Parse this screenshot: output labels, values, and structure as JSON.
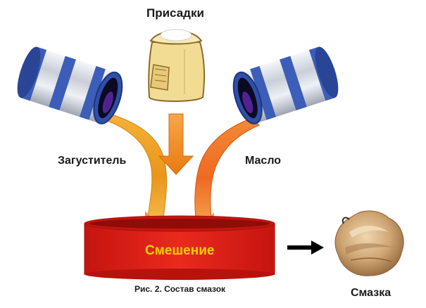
{
  "labels": {
    "additives": "Присадки",
    "thickener": "Загуститель",
    "oil": "Масло",
    "mixing": "Смешение",
    "caption": "Рис. 2.  Состав  смазок",
    "grease": "Смазка"
  },
  "icons": {
    "left_barrel": "barrel-icon",
    "right_barrel": "barrel-icon",
    "sack": "sack-icon",
    "vessel": "mixing-vessel-icon",
    "grease": "grease-blob-icon"
  },
  "colors": {
    "barrel_blue": "#2f4fa8",
    "barrel_silver": "#d8dde6",
    "thickener_stream": "#f0a020",
    "oil_stream": "#f06a20",
    "arrow_orange": "#f08a1c",
    "vessel_red": "#e8201a",
    "mixing_text": "#f5d000",
    "grease_tan": "#c9a070",
    "arrow_black": "#000000"
  }
}
